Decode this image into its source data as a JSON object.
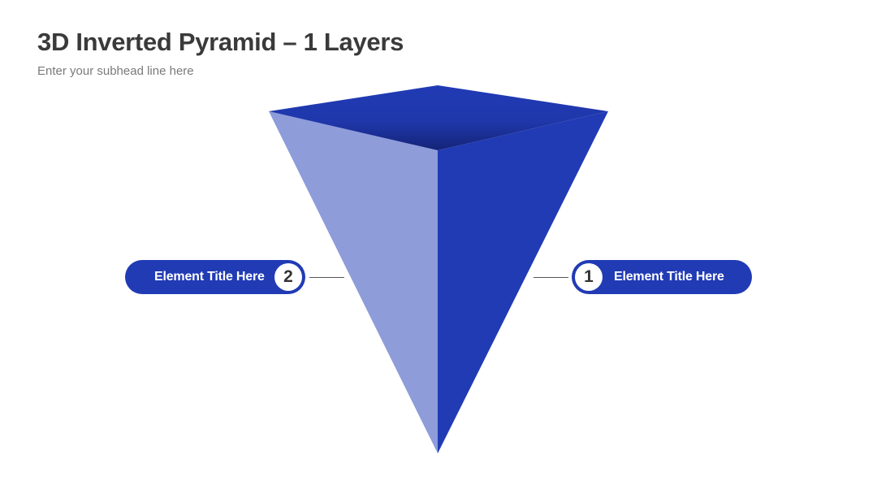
{
  "slide": {
    "title": "3D Inverted Pyramid – 1 Layers",
    "subtitle": "Enter your subhead line here"
  },
  "colors": {
    "dark_blue": "#213bb5",
    "light_blue": "#8e9cda",
    "top_shadow": "#142478",
    "connector": "#555555",
    "title_text": "#3a3a3a",
    "subtitle_text": "#7a7a7a"
  },
  "elements": [
    {
      "number": "1",
      "label": "Element Title Here",
      "face": "right"
    },
    {
      "number": "2",
      "label": "Element Title Here",
      "face": "left"
    }
  ]
}
